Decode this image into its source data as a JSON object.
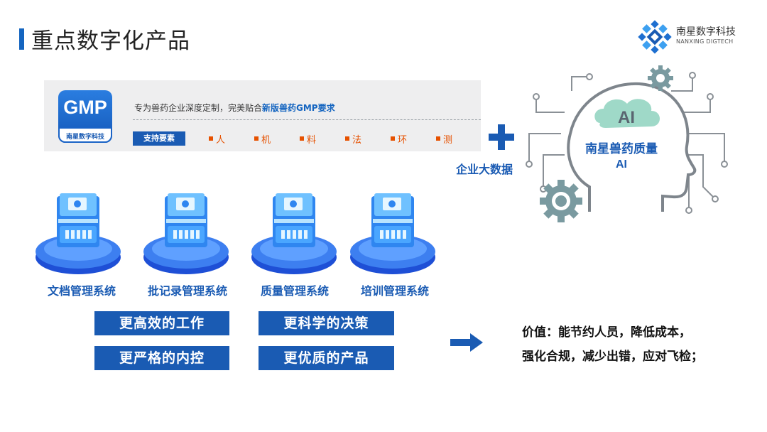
{
  "page": {
    "title": "重点数字化产品"
  },
  "brand": {
    "name_cn": "南星数字科技",
    "name_en": "NANXING DIGTECH"
  },
  "gmp": {
    "logo_text": "GMP",
    "logo_sub": "南星数字科技",
    "desc_prefix": "专为兽药企业深度定制，完美贴合",
    "desc_highlight": "新版兽药GMP要求",
    "support_label": "支持要素",
    "factors": [
      "人",
      "机",
      "料",
      "法",
      "环",
      "测"
    ]
  },
  "ai": {
    "big_data_label": "企业大数据",
    "cloud_text": "AI",
    "title_line1": "南星兽药质量",
    "title_line2": "AI"
  },
  "systems": [
    "文档管理系统",
    "批记录管理系统",
    "质量管理系统",
    "培训管理系统"
  ],
  "benefits": [
    "更高效的工作",
    "更科学的决策",
    "更严格的内控",
    "更优质的产品"
  ],
  "value": {
    "line1": "价值：能节约人员，降低成本，",
    "line2": "强化合规，减少出错，应对飞检；"
  },
  "colors": {
    "primary": "#1a5bb3",
    "accent": "#e65100",
    "panel": "#eeeeef"
  }
}
